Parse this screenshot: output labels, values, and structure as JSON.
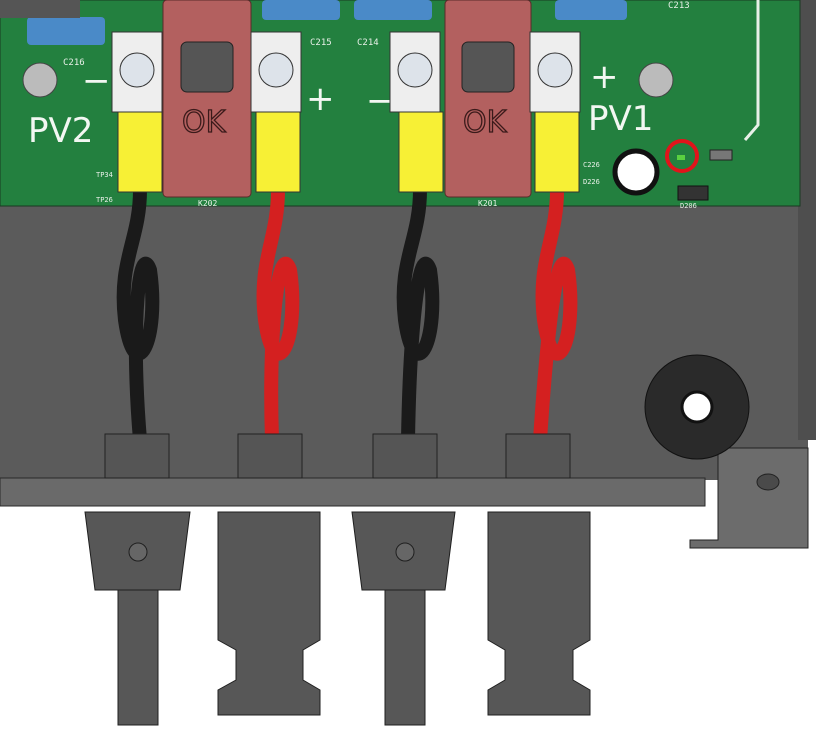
{
  "board": {
    "pv2_label": "PV2",
    "pv1_label": "PV1",
    "minus_sign": "−",
    "plus_sign": "+",
    "fuse_label": "OK",
    "components": {
      "c216": "C216",
      "c215": "C215",
      "c214": "C214",
      "c213": "C213",
      "c226": "C226",
      "k202": "K202",
      "k201": "K201",
      "d206": "D206",
      "d226": "D226",
      "tp1": "TP34",
      "tp2": "TP26"
    }
  },
  "colors": {
    "pcb": "#23803f",
    "enclosure": "#5b5b5b",
    "fuse": "#b3605f",
    "sleeve": "#f7f035",
    "wire_red": "#d42020",
    "wire_black": "#1a1a1a",
    "highlight": "#e0141b"
  }
}
